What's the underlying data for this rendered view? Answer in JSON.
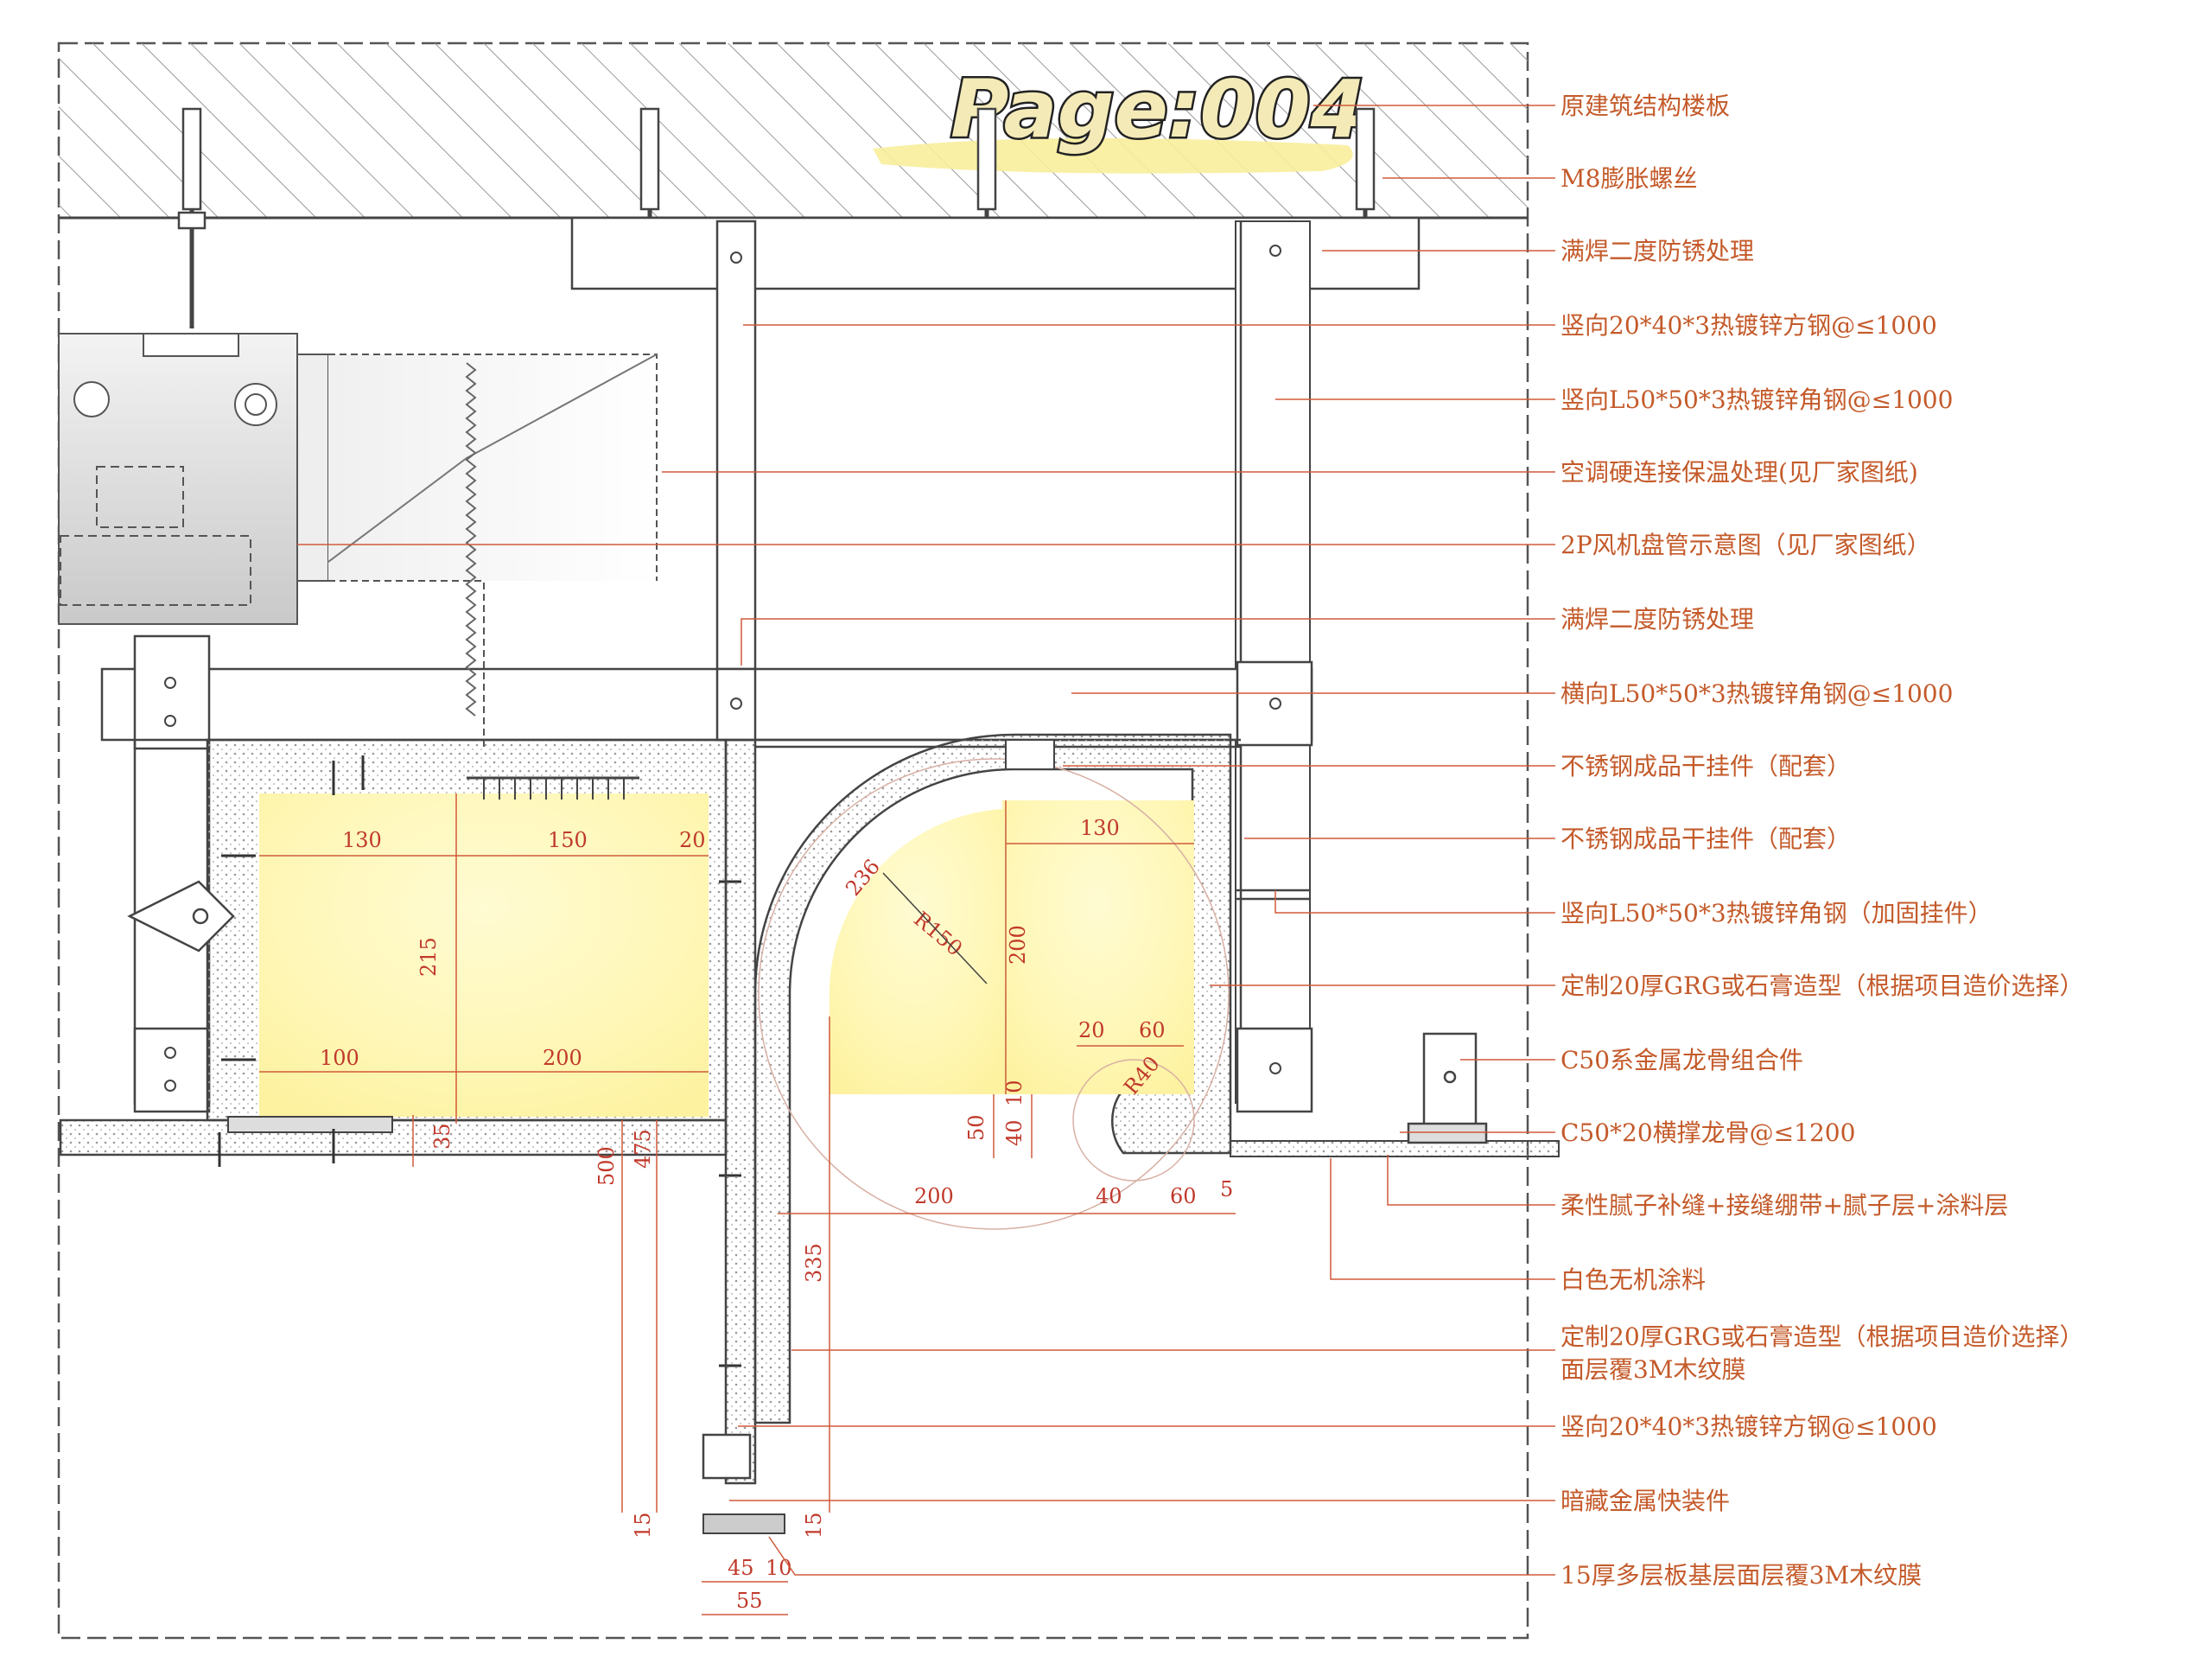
{
  "page_label": "Page:004",
  "colors": {
    "frame": "#555555",
    "line": "#444444",
    "annotation": "#c45a2a",
    "dimension": "#c0392b",
    "highlight": "#fff6b0",
    "concrete_hatch": "#999999"
  },
  "annotations": [
    "原建筑结构楼板",
    "M8膨胀螺丝",
    "满焊二度防锈处理",
    "竖向20*40*3热镀锌方钢@≤1000",
    "竖向L50*50*3热镀锌角钢@≤1000",
    "空调硬连接保温处理(见厂家图纸)",
    "2P风机盘管示意图（见厂家图纸）",
    "满焊二度防锈处理",
    "横向L50*50*3热镀锌角钢@≤1000",
    "不锈钢成品干挂件（配套）",
    "不锈钢成品干挂件（配套）",
    "竖向L50*50*3热镀锌角钢（加固挂件）",
    "定制20厚GRG或石膏造型（根据项目造价选择）",
    "C50系金属龙骨组合件",
    "C50*20横撑龙骨@≤1200",
    "柔性腻子补缝+接缝绷带+腻子层+涂料层",
    "白色无机涂料",
    "定制20厚GRG或石膏造型（根据项目造价选择）",
    "面层覆3M木纹膜",
    "竖向20*40*3热镀锌方钢@≤1000",
    "暗藏金属快装件",
    "15厚多层板基层面层覆3M木纹膜"
  ],
  "dimensions": {
    "left_box": [
      "130",
      "150",
      "20",
      "215",
      "100",
      "200",
      "35",
      "500",
      "475"
    ],
    "bottom_post": [
      "15",
      "45",
      "10",
      "55",
      "15"
    ],
    "right_box": [
      "130",
      "236",
      "R150",
      "200",
      "20",
      "60",
      "R40",
      "50",
      "40",
      "10",
      "200",
      "40",
      "60",
      "5",
      "335"
    ]
  },
  "icons": {
    "fan_coil": "fan-coil-unit-icon",
    "expansion_bolt": "expansion-bolt-icon",
    "screw": "screw-icon",
    "hanger": "dry-hanger-icon"
  }
}
